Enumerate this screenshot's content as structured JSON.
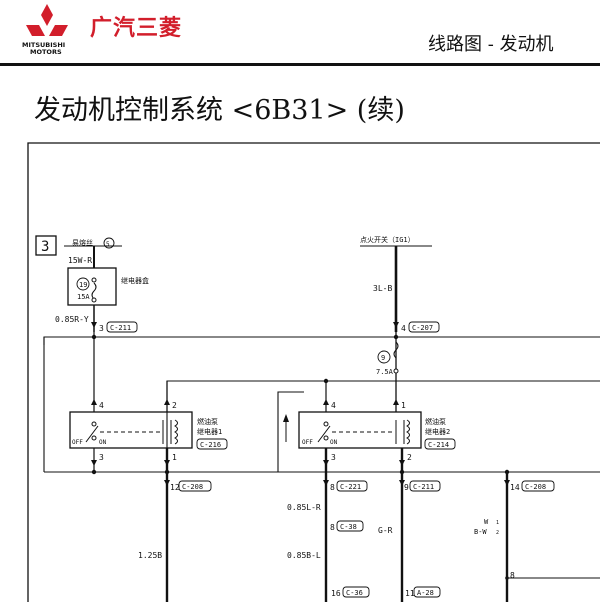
{
  "header": {
    "brand_cn": "广汽三菱",
    "brand_en_line1": "MITSUBISHI",
    "brand_en_line2": "MOTORS",
    "section": "线路图 - 发动机",
    "page_title": "发动机控制系统 <6B31> (续)"
  },
  "diagram": {
    "section_number": "3",
    "left_source": "易熔丝",
    "left_source_number": "5",
    "ignition_switch": "点火开关（IG1）",
    "wire_15W_R": "15W-R",
    "relay_box_label": "继电器盒",
    "fuse_19_number": "19",
    "fuse_19_rating": "15A",
    "wire_085R_Y": "0.85R-Y",
    "pin_3": "3",
    "conn_C211": "C-211",
    "wire_3L_B": "3L-B",
    "pin_4": "4",
    "conn_C207": "C-207",
    "fuse_9_number": "9",
    "fuse_9_rating": "7.5A",
    "pin_2": "2",
    "pin_1": "1",
    "relay1_label_line1": "燃油泵",
    "relay1_label_line2": "继电器1",
    "conn_C216": "C-216",
    "relay2_label_line1": "燃油泵",
    "relay2_label_line2": "继电器2",
    "conn_C214": "C-214",
    "switch_off": "OFF",
    "switch_on": "ON",
    "pin_12": "12",
    "conn_C208": "C-208",
    "pin_8": "8",
    "conn_C221": "C-221",
    "pin_9": "9",
    "pin_14": "14",
    "wire_085L_R": "0.85L-R",
    "conn_C38": "C-38",
    "wire_G_R": "G-R",
    "wire_125B": "1.25B",
    "wire_085B_L": "0.85B-L",
    "wire_W_1": "W",
    "wire_BW_2": "B-W",
    "mark_1": "1",
    "mark_2": "2",
    "pin_16": "16",
    "conn_C36": "C-36",
    "pin_11": "11",
    "conn_A28": "A-28"
  },
  "colors": {
    "brand_red": "#d21e2b",
    "ink": "#111111"
  }
}
